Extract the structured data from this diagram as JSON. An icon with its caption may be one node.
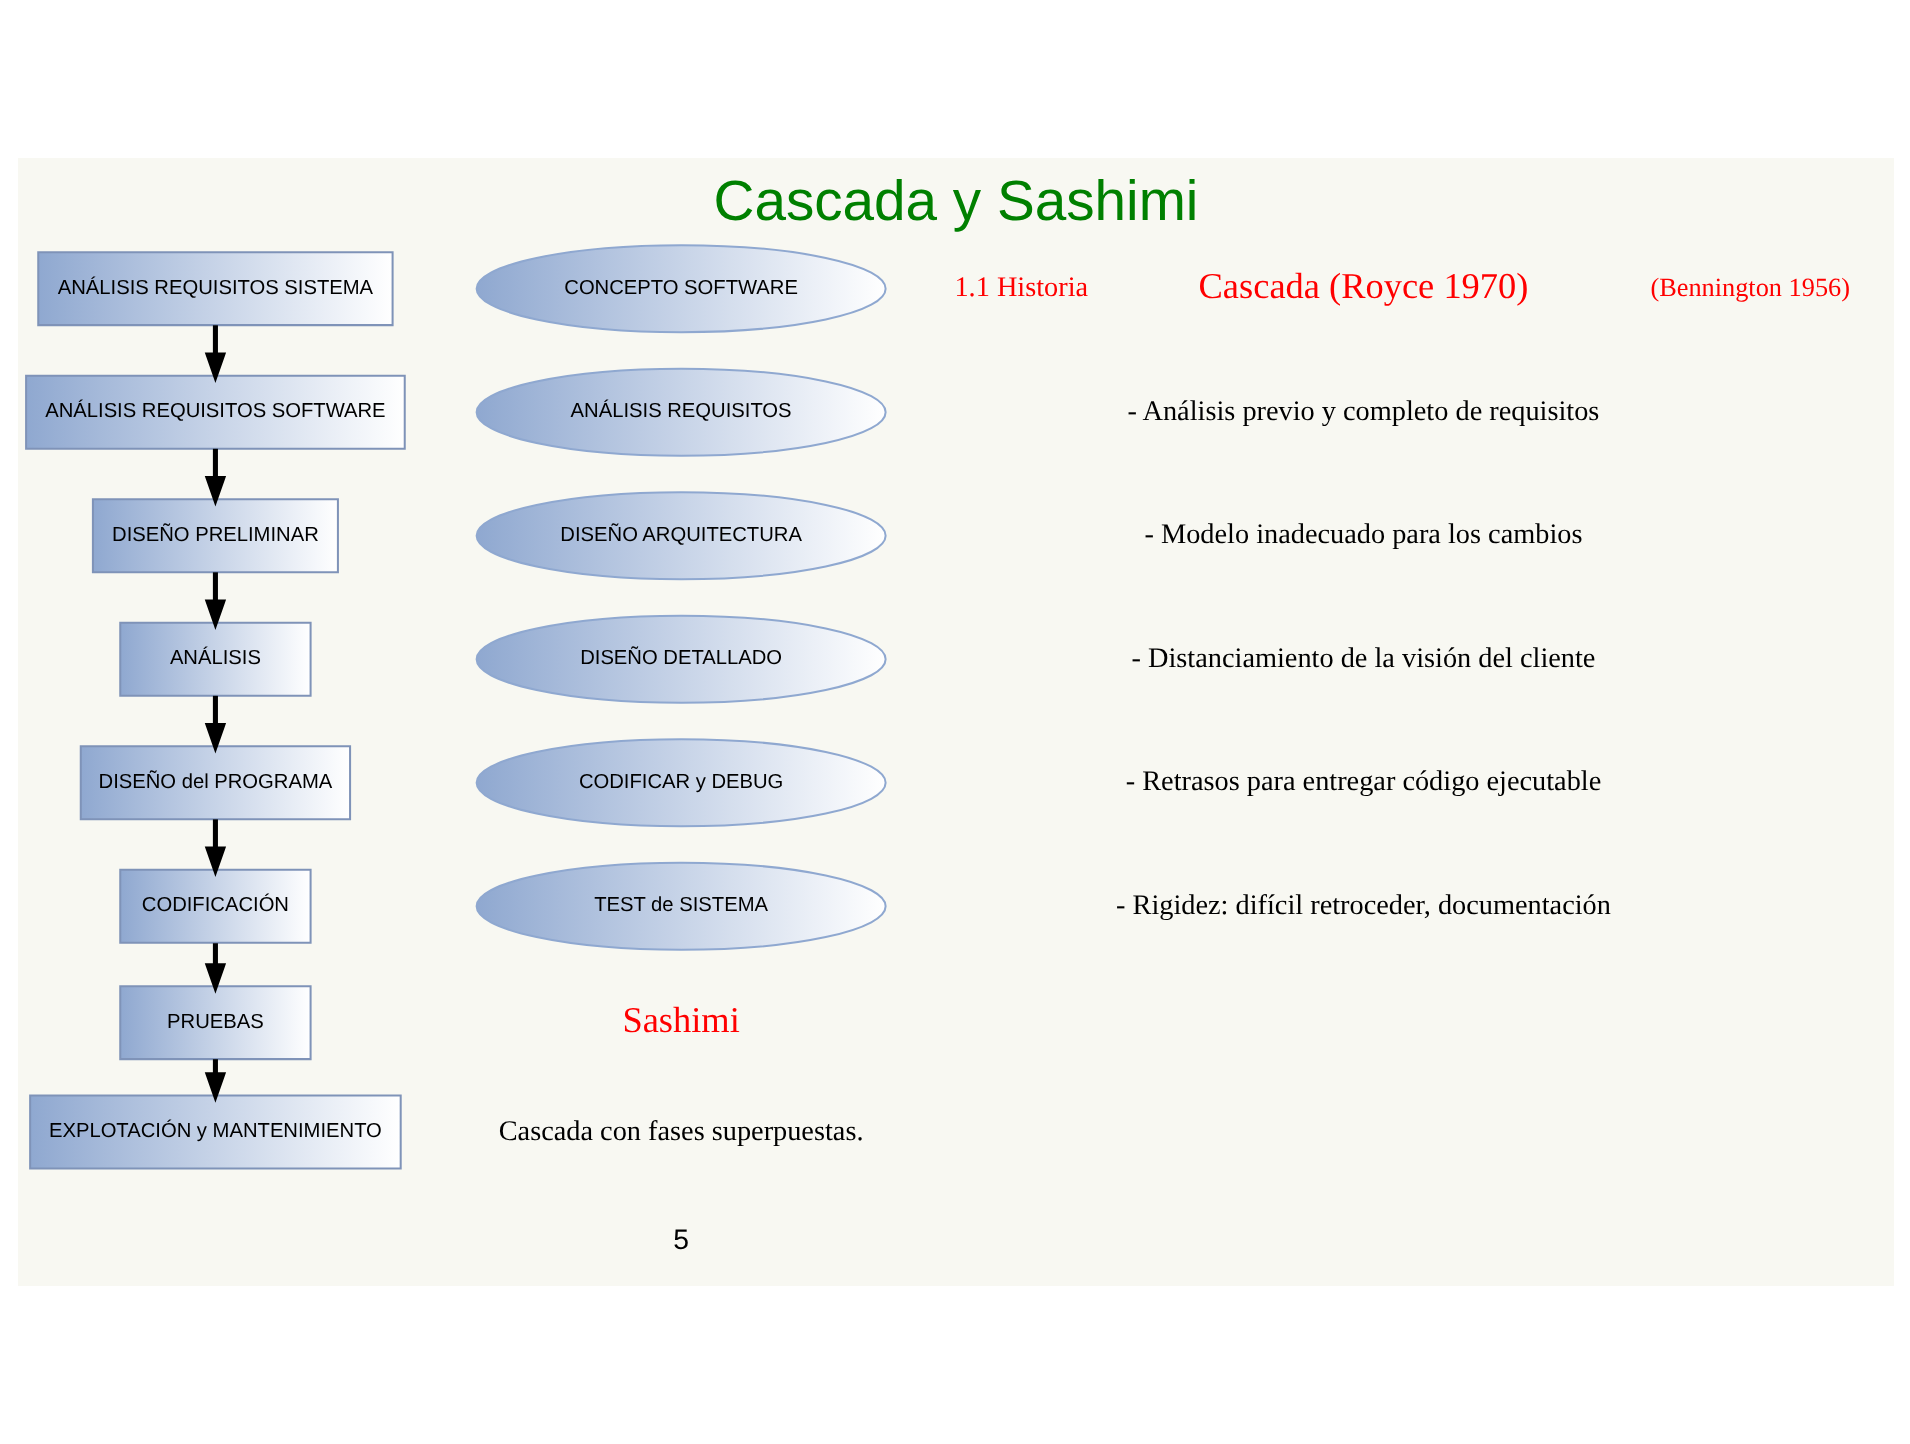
{
  "diagram": {
    "title": "Cascada y Sashimi",
    "nodes": [
      {
        "text": [
          "ANÁLISIS REQUISITOS SISTEMA"
        ]
      },
      {
        "text": [
          "ANÁLISIS REQUISITOS SOFTWARE"
        ]
      },
      {
        "text": [
          "DISEÑO PRELIMINAR"
        ]
      },
      {
        "text": [
          "ANÁLISIS"
        ]
      },
      {
        "text": [
          "DISEÑO del PROGRAMA"
        ]
      },
      {
        "text": [
          "CODIFICACIÓN"
        ]
      },
      {
        "text": [
          "PRUEBAS"
        ]
      },
      {
        "text": [
          "EXPLOTACIÓN y MANTENIMIENTO"
        ]
      },
      {
        "text": [
          "CONCEPTO SOFTWARE"
        ]
      },
      {
        "text": [
          "ANÁLISIS REQUISITOS"
        ]
      },
      {
        "text": [
          "DISEÑO ARQUITECTURA"
        ]
      },
      {
        "text": [
          "DISEÑO DETALLADO"
        ]
      },
      {
        "text": [
          "CODIFICAR y DEBUG"
        ]
      },
      {
        "text": [
          "TEST de SISTEMA"
        ]
      }
    ],
    "edges": [
      {
        "from": 0,
        "to": 1,
        "arrow": "to"
      },
      {
        "from": 1,
        "to": 2,
        "arrow": "to"
      },
      {
        "from": 2,
        "to": 3,
        "arrow": "to"
      },
      {
        "from": 3,
        "to": 4,
        "arrow": "to"
      },
      {
        "from": 4,
        "to": 5,
        "arrow": "to"
      },
      {
        "from": 5,
        "to": 6,
        "arrow": "to"
      },
      {
        "from": 6,
        "to": 7,
        "arrow": "to"
      }
    ],
    "labels": [
      "1.1 Historia",
      "Cascada (Royce 1970)",
      "(Bennington 1956)",
      "- Análisis previo y completo de requisitos",
      "- Modelo inadecuado para los cambios",
      "- Distanciamiento de la visión del cliente",
      "- Retrasos para entregar código ejecutable",
      "- Rigidez: difícil retroceder, documentación",
      "Sashimi",
      "Cascada con fases superpuestas.",
      "5"
    ]
  }
}
